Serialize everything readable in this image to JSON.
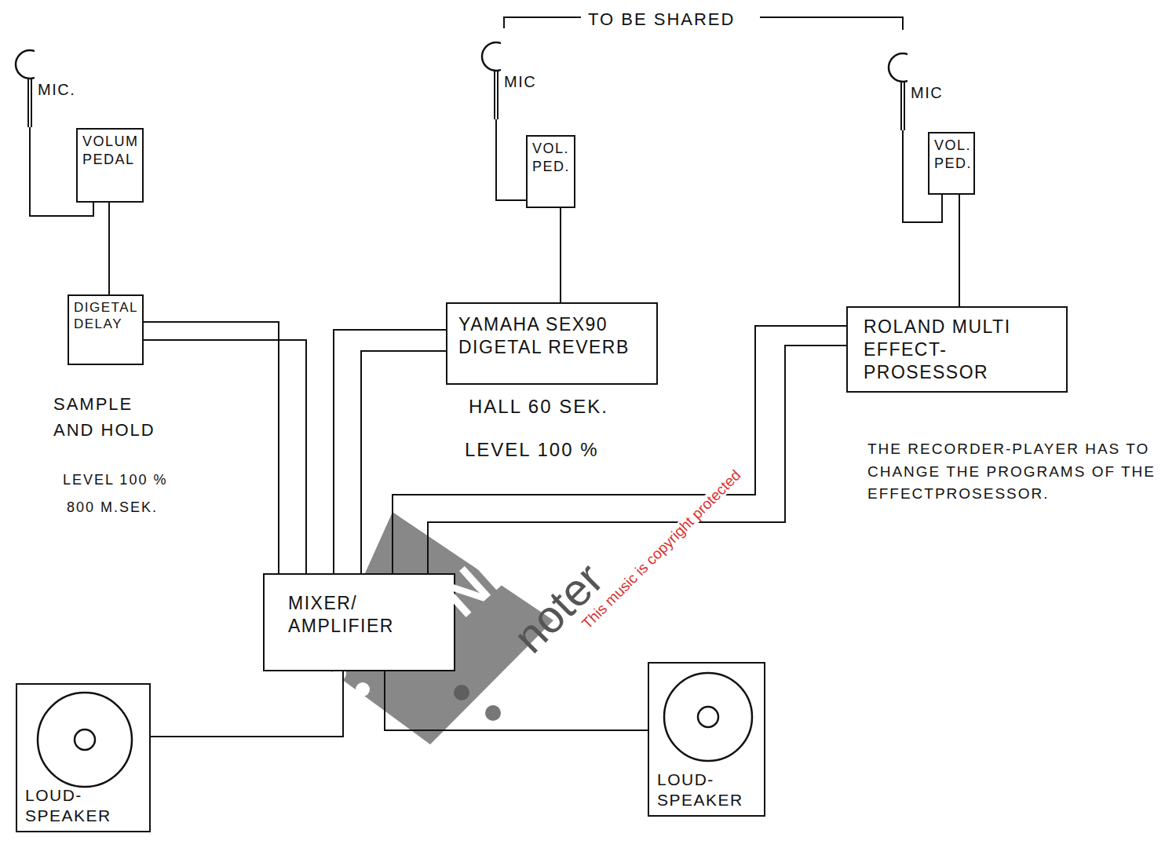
{
  "diagram": {
    "nodes": [
      {
        "text": [
          "MIC."
        ]
      },
      {
        "text": [
          "MIC"
        ]
      },
      {
        "text": [
          "MIC"
        ]
      },
      {
        "text": [
          "VOLUM PEDAL"
        ]
      },
      {
        "text": [
          "VOL. PED."
        ]
      },
      {
        "text": [
          "VOL. PED."
        ]
      },
      {
        "text": [
          "DIGETAL DELAY"
        ]
      },
      {
        "text": [
          "YAMAHA SEX90 DIGETAL REVERB"
        ]
      },
      {
        "text": [
          "ROLAND MULTI EFFECT- PROSESSOR"
        ]
      },
      {
        "text": [
          "MIXER/ AMPLIFIER"
        ]
      },
      {
        "text": [
          "LOUD- SPEAKER"
        ]
      },
      {
        "text": [
          "LOUD- SPEAKER"
        ]
      }
    ],
    "edges": [
      {
        "from": 0,
        "to": 3,
        "arrow": "none"
      },
      {
        "from": 3,
        "to": 6,
        "arrow": "none"
      },
      {
        "from": 1,
        "to": 4,
        "arrow": "none"
      },
      {
        "from": 4,
        "to": 7,
        "arrow": "none"
      },
      {
        "from": 2,
        "to": 5,
        "arrow": "none"
      },
      {
        "from": 5,
        "to": 8,
        "arrow": "none"
      },
      {
        "from": 6,
        "to": 9,
        "arrow": "none"
      },
      {
        "from": 6,
        "to": 9,
        "arrow": "none"
      },
      {
        "from": 7,
        "to": 9,
        "arrow": "none"
      },
      {
        "from": 7,
        "to": 9,
        "arrow": "none"
      },
      {
        "from": 8,
        "to": 9,
        "arrow": "none"
      },
      {
        "from": 8,
        "to": 9,
        "arrow": "none"
      },
      {
        "from": 9,
        "to": 10,
        "arrow": "none"
      },
      {
        "from": 9,
        "to": 11,
        "arrow": "none"
      }
    ],
    "labels": [
      "TO BE SHARED",
      "SAMPLE AND HOLD",
      "LEVEL 100 %",
      "800 M.SEK.",
      "HALL 60 SEK.",
      "LEVEL 100 %",
      "THE RECORDER-PLAYER HAS TO CHANGE THE PROGRAMS OF THE EFFECTPROSESSOR.",
      "NB",
      "noter",
      "This music is copyright protected"
    ]
  }
}
